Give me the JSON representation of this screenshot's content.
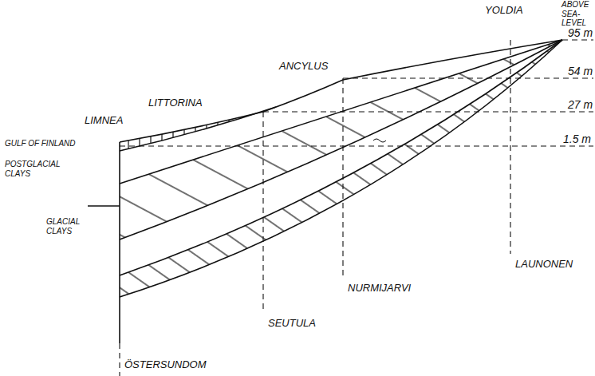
{
  "diagram": {
    "labels": [
      "ABOVE SEA-LEVEL",
      "95 m",
      "54 m",
      "27 m",
      "1.5 m",
      "YOLDIA",
      "ANCYLUS",
      "LITTORINA",
      "LIMNEA",
      "GULF OF FINLAND",
      "POSTGLACIAL CLAYS",
      "GLACIAL CLAYS",
      "LAUNONEN",
      "NURMIJARVI",
      "SEUTULA",
      "ÖSTERSUNDOM"
    ]
  }
}
